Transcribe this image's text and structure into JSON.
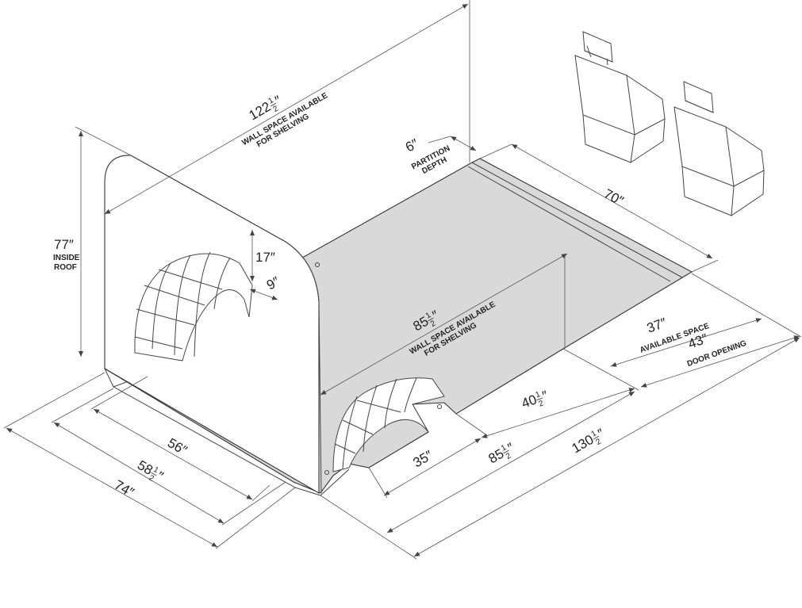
{
  "dimensions": {
    "wall_length": {
      "whole": "122",
      "frac_num": "1",
      "frac_den": "2",
      "label1": "WALL SPACE AVAILABLE",
      "label2": "FOR SHELVING"
    },
    "inside_roof": {
      "value": "77″",
      "label1": "INSIDE",
      "label2": "ROOF"
    },
    "wheel_well_height": "17″",
    "wheel_well_depth": "9″",
    "partition_depth": {
      "value": "6″",
      "label1": "PARTITION",
      "label2": "DEPTH"
    },
    "floor_width_rear": "70″",
    "side_wall": {
      "whole": "85",
      "frac_num": "1",
      "frac_den": "2",
      "label1": "WALL SPACE AVAILABLE",
      "label2": "FOR SHELVING"
    },
    "available_space": {
      "value": "37″",
      "label": "AVAILABLE SPACE"
    },
    "door_opening": {
      "value": "43″",
      "label": "DOOR OPENING"
    },
    "between_wells": "56″",
    "width_mid": {
      "whole": "58",
      "frac_num": "1",
      "frac_den": "2"
    },
    "width_total": "74″",
    "well_to_end": "35″",
    "well_to_door": {
      "whole": "40",
      "frac_num": "1",
      "frac_den": "2"
    },
    "length_mid": {
      "whole": "85",
      "frac_num": "1",
      "frac_den": "2"
    },
    "length_total": {
      "whole": "130",
      "frac_num": "1",
      "frac_den": "2"
    }
  },
  "inch_mark": "″",
  "colors": {
    "floor": "#d9d9d9",
    "line": "#333333"
  }
}
